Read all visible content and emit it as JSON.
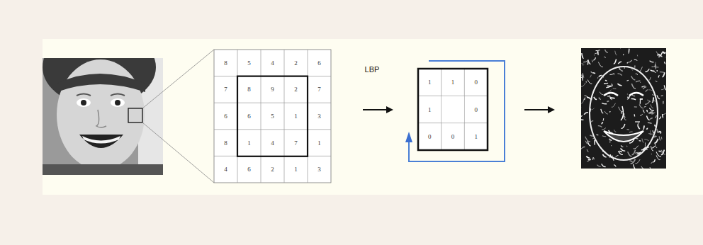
{
  "diagram": {
    "labels": [
      "8",
      "5",
      "4",
      "2",
      "6",
      "7",
      "8",
      "9",
      "2",
      "7",
      "6",
      "6",
      "5",
      "1",
      "3",
      "8",
      "1",
      "4",
      "7",
      "1",
      "4",
      "6",
      "2",
      "1",
      "3",
      "LBP",
      "1",
      "1",
      "0",
      "1",
      "0",
      "0",
      "0",
      "1"
    ]
  }
}
